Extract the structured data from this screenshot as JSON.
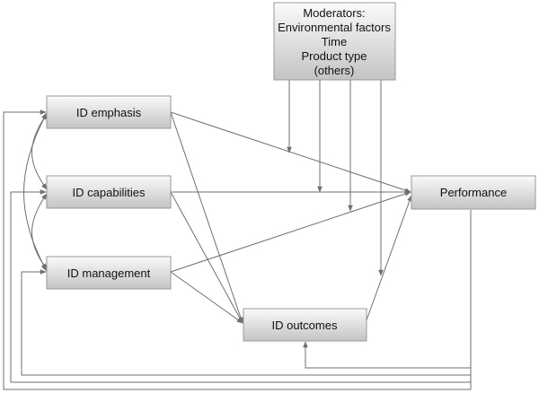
{
  "diagram": {
    "nodes": {
      "moderators": {
        "lines": [
          "Moderators:",
          "Environmental factors",
          "Time",
          "Product type",
          "(others)"
        ]
      },
      "id_emphasis": {
        "label": "ID emphasis"
      },
      "id_capabilities": {
        "label": "ID capabilities"
      },
      "id_management": {
        "label": "ID management"
      },
      "performance": {
        "label": "Performance"
      },
      "id_outcomes": {
        "label": "ID outcomes"
      }
    },
    "colors": {
      "box_top": "#fafafa",
      "box_bottom": "#c4c4c4",
      "box_stroke": "#9a9a9a",
      "line": "#6f6f6f",
      "text": "#111111"
    }
  }
}
